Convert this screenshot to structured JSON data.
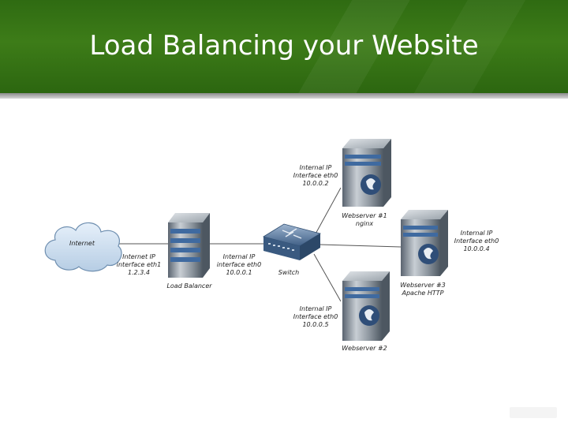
{
  "slide": {
    "title": "Load Balancing your Website"
  },
  "diagram": {
    "cloud": {
      "label": "Internet"
    },
    "load_balancer": {
      "name": "Load Balancer",
      "external": [
        "Internet IP",
        "interface eth1",
        "1.2.3.4"
      ],
      "internal": [
        "Internal IP",
        "interface eth0",
        "10.0.0.1"
      ]
    },
    "switch": {
      "name": "Switch"
    },
    "webserver1": {
      "name": "Webserver #1",
      "software": "nginx",
      "ip": [
        "Internal IP",
        "Interface eth0",
        "10.0.0.2"
      ]
    },
    "webserver2": {
      "name": "Webserver #2",
      "ip": [
        "Internal IP",
        "Interface eth0",
        "10.0.0.5"
      ]
    },
    "webserver3": {
      "name": "Webserver #3",
      "software": "Apache HTTP",
      "ip": [
        "Internal IP",
        "Interface eth0",
        "10.0.0.4"
      ]
    }
  },
  "colors": {
    "header_green": "#3d7c18",
    "server_blue": "#4a6f9e",
    "server_gray": "#8c959e"
  }
}
